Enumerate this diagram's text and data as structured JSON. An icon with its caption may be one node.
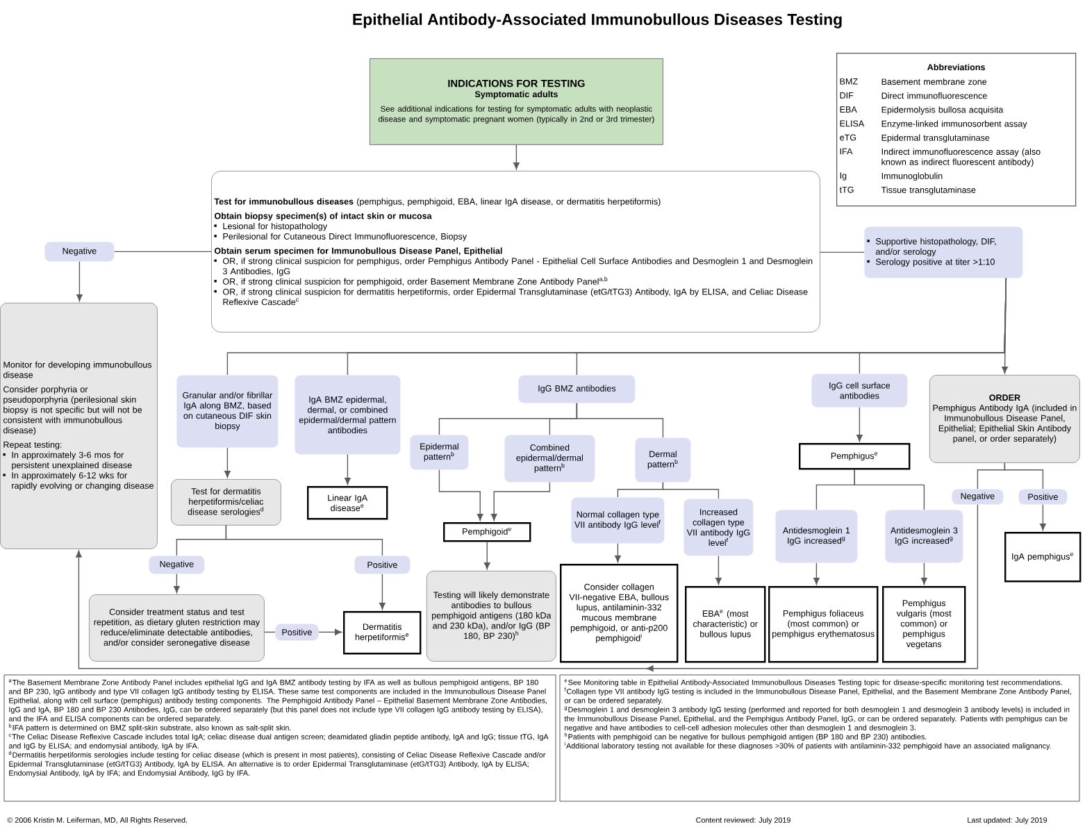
{
  "diagram": {
    "title": "Epithelial Antibody-Associated Immunobullous Diseases Testing",
    "nodes": [
      {
        "text": [
          "INDICATIONS FOR TESTING",
          "Symptomatic adults",
          "See additional indications for testing for symptomatic adults with neoplastic disease and symptomatic pregnant women (typically in 2nd or 3rd trimester)"
        ]
      },
      {
        "text": [
          "**Test for immunobullous diseases** (pemphigus, pemphigoid, EBA, linear IgA disease, or dermatitis herpetiformis)",
          "Obtain biopsy specimen(s) of intact skin or mucosa",
          "Lesional for histopathology",
          "Perilesional for Cutaneous Direct Immunofluorescence, Biopsy",
          "Obtain serum specimen for Immunobullous Disease Panel, Epithelial",
          "OR, if strong clinical suspicion for pemphigus, order Pemphigus Antibody Panel - Epithelial Cell Surface Antibodies and Desmoglein 1 and Desmoglein 3 Antibodies, IgG",
          "OR, if strong clinical suspicion for pemphigoid, order Basement Membrane Zone Antibody Panel$^{a,b}$",
          "OR, if strong clinical suspicion for dermatitis herpetiformis, order Epidermal Transglutaminase (etG/tTG3) Antibody, IgA by ELISA, and Celiac Disease Reflexive Cascade$^{c}$"
        ]
      },
      {
        "text": [
          "Abbreviations",
          "BMZ",
          "Basement membrane zone",
          "DIF",
          "Direct immunofluorescence",
          "EBA",
          "Epidermolysis bullosa acquisita",
          "ELISA",
          "Enzyme-linked immunosorbent assay",
          "eTG",
          "Epidermal transglutaminase",
          "IFA",
          "Indirect immunofluorescence assay (also known as indirect fluorescent antibody)",
          "Ig",
          "Immunoglobulin",
          "tTG",
          "Tissue transglutaminase"
        ]
      },
      {
        "text": [
          "Negative"
        ]
      },
      {
        "text": [
          "Supportive histopathology, DIF, and/or serology",
          "Serology positive at titer >1:10"
        ]
      },
      {
        "text": [
          "Monitor for developing immunobullous disease",
          "Consider porphyria or pseudoporphyria (perilesional skin biopsy is not specific but will not be consistent with immunobullous disease)",
          "Repeat testing:",
          "In approximately 3-6 mos for persistent unexplained disease",
          "In approximately 6-12 wks for rapidly evolving or changing disease"
        ]
      },
      {
        "text": [
          "Granular and/or fibrillar IgA along BMZ, based on cutaneous DIF skin biopsy"
        ]
      },
      {
        "text": [
          "IgA BMZ epidermal, dermal, or combined epidermal/dermal pattern antibodies"
        ]
      },
      {
        "text": [
          "IgG BMZ antibodies"
        ]
      },
      {
        "text": [
          "Epidermal pattern$^{b}$"
        ]
      },
      {
        "text": [
          "Combined epidermal/dermal pattern$^{b}$"
        ]
      },
      {
        "text": [
          "Dermal pattern$^{b}$"
        ]
      },
      {
        "text": [
          "IgG cell surface antibodies"
        ]
      },
      {
        "text": [
          "ORDER",
          "Pemphigus Antibody IgA (included in Immunobullous Disease Panel, Epithelial; Epithelial Skin Antibody panel, or order separately)"
        ]
      },
      {
        "text": [
          "Test for dermatitis herpetiformis/celiac disease serologies$^{d}$"
        ]
      },
      {
        "text": [
          "Linear IgA disease$^{e}$"
        ]
      },
      {
        "text": [
          "Pemphigoid$^{e}$"
        ]
      },
      {
        "text": [
          "Normal collagen type VII antibody IgG level$^{f}$"
        ]
      },
      {
        "text": [
          "Increased collagen type VII antibody IgG level$^{f}$"
        ]
      },
      {
        "text": [
          "Pemphigus$^{e}$"
        ]
      },
      {
        "text": [
          "Antidesmoglein 1 IgG increased$^{g}$"
        ]
      },
      {
        "text": [
          "Antidesmoglein 3 IgG increased$^{g}$"
        ]
      },
      {
        "text": [
          "Negative"
        ]
      },
      {
        "text": [
          "Positive"
        ]
      },
      {
        "text": [
          "IgA pemphigus$^{e}$"
        ]
      },
      {
        "text": [
          "Negative"
        ]
      },
      {
        "text": [
          "Positive"
        ]
      },
      {
        "text": [
          "Consider treatment status and test repetition, as dietary gluten restriction may reduce/eliminate detectable antibodies, and/or consider seronegative disease"
        ]
      },
      {
        "text": [
          "Positive"
        ]
      },
      {
        "text": [
          "Dermatitis herpetiformis$^{e}$"
        ]
      },
      {
        "text": [
          "Testing will likely demonstrate antibodies to bullous pemphigoid antigens (180 kDa and 230 kDa), and/or IgG (BP 180, BP 230)$^{h}$"
        ]
      },
      {
        "text": [
          "Consider collagen VII-negative EBA, bullous lupus, antilaminin-332 mucous membrane pemphigoid, or anti-p200 pemphigoid$^{i}$"
        ]
      },
      {
        "text": [
          "EBA$^{e}$ (most characteristic) or bullous lupus"
        ]
      },
      {
        "text": [
          "Pemphigus foliaceus (most common) or pemphigus erythematosus"
        ]
      },
      {
        "text": [
          "Pemphigus vulgaris (most common) or pemphigus vegetans"
        ]
      }
    ],
    "edges": [
      {
        "from": 0,
        "to": 1,
        "arrow": "to"
      },
      {
        "from": 1,
        "to": 3,
        "arrow": "none"
      },
      {
        "from": 3,
        "to": 5,
        "arrow": "to"
      },
      {
        "from": 1,
        "to": 4,
        "arrow": "none"
      },
      {
        "from": 4,
        "to": 6,
        "arrow": "none"
      },
      {
        "from": 4,
        "to": 7,
        "arrow": "none"
      },
      {
        "from": 4,
        "to": 8,
        "arrow": "none"
      },
      {
        "from": 4,
        "to": 12,
        "arrow": "none"
      },
      {
        "from": 4,
        "to": 13,
        "arrow": "to"
      },
      {
        "from": 6,
        "to": 14,
        "arrow": "to"
      },
      {
        "from": 7,
        "to": 15,
        "arrow": "to"
      },
      {
        "from": 8,
        "to": 9,
        "arrow": "none"
      },
      {
        "from": 8,
        "to": 10,
        "arrow": "none"
      },
      {
        "from": 8,
        "to": 11,
        "arrow": "none"
      },
      {
        "from": 9,
        "to": 16,
        "arrow": "to"
      },
      {
        "from": 10,
        "to": 16,
        "arrow": "to"
      },
      {
        "from": 16,
        "to": 30,
        "arrow": "to"
      },
      {
        "from": 11,
        "to": 17,
        "arrow": "none"
      },
      {
        "from": 11,
        "to": 18,
        "arrow": "none"
      },
      {
        "from": 17,
        "to": 31,
        "arrow": "to"
      },
      {
        "from": 18,
        "to": 32,
        "arrow": "to"
      },
      {
        "from": 14,
        "to": 25,
        "arrow": "none"
      },
      {
        "from": 14,
        "to": 26,
        "arrow": "none"
      },
      {
        "from": 25,
        "to": 27,
        "arrow": "to"
      },
      {
        "from": 26,
        "to": 29,
        "arrow": "to"
      },
      {
        "from": 27,
        "to": 28,
        "arrow": "none"
      },
      {
        "from": 28,
        "to": 29,
        "arrow": "to"
      },
      {
        "from": 12,
        "to": 19,
        "arrow": "to"
      },
      {
        "from": 19,
        "to": 20,
        "arrow": "none"
      },
      {
        "from": 19,
        "to": 21,
        "arrow": "none"
      },
      {
        "from": 20,
        "to": 33,
        "arrow": "to"
      },
      {
        "from": 21,
        "to": 34,
        "arrow": "to"
      },
      {
        "from": 13,
        "to": 22,
        "arrow": "none"
      },
      {
        "from": 13,
        "to": 23,
        "arrow": "none"
      },
      {
        "from": 23,
        "to": 24,
        "arrow": "to"
      },
      {
        "from": 22,
        "to": 5,
        "arrow": "to"
      }
    ],
    "labels": [
      "$^{a}$The Basement Membrane Zone Antibody Panel includes epithelial IgG and IgA BMZ antibody testing by IFA as well as bullous pemphigoid antigens, BP 180 and BP 230, IgG antibody and type VII collagen IgG antibody testing by ELISA. These same test components are included in the Immunobullous Disease Panel Epithelial, along with cell surface (pemphigus) antibody testing components. The Pemphigoid Antibody Panel – Epithelial Basement Membrane Zone Antibodies, IgG and IgA, BP 180 and BP 230 Antibodies, IgG, can be ordered separately (but this panel does not include type VII collagen IgG antibody testing by ELISA), and the IFA and ELISA components can be ordered separately.",
      "$^{b}$IFA pattern is determined on BMZ split-skin substrate, also known as salt-split skin.",
      "$^{c}$The Celiac Disease Reflexive Cascade includes total IgA; celiac disease dual antigen screen; deamidated gliadin peptide antibody, IgA and IgG; tissue tTG, IgA and IgG by ELISA; and endomysial antibody, IgA by IFA.",
      "$^{d}$Dermatitis herpetiformis serologies include testing for celiac disease (which is present in most patients), consisting of Celiac Disease Reflexive Cascade and/or Epidermal Transglutaminase (etG/tTG3) Antibody, IgA by ELISA. An alternative is to order Epidermal Transglutaminase (etG/tTG3) Antibody, IgA by ELISA; Endomysial Antibody, IgA by IFA; and Endomysial Antibody, IgG by IFA.",
      "$^{e}$See Monitoring table in Epithelial Antibody-Associated Immunobullous Diseases Testing topic for disease-specific monitoring test recommendations.",
      "$^{f}$Collagen type VII antibody IgG testing is included in the Immunobullous Disease Panel, Epithelial, and the Basement Membrane Zone Antibody Panel, or can be ordered separately.",
      "$^{g}$Desmoglein 1 and desmoglein 3 antibody IgG testing (performed and reported for both desmoglein 1 and desmoglein 3 antibody levels) is included in the Immunobullous Disease Panel, Epithelial, and the Pemphigus Antibody Panel, IgG, or can be ordered separately. Patients with pemphigus can be negative and have antibodies to cell-cell adhesion molecules other than desmoglein 1 and desmoglein 3.",
      "$^{h}$Patients with pemphigoid can be negative for bullous pemphigoid antigen (BP 180 and BP 230) antibodies.",
      "$^{i}$Additional laboratory testing not available for these diagnoses >30% of patients with antilaminin-332 pemphigoid have an associated malignancy.",
      "© 2006 Kristin M. Leiferman, MD, All Rights Reserved.",
      "Content reviewed: July 2019",
      "Last updated: July 2019"
    ]
  }
}
